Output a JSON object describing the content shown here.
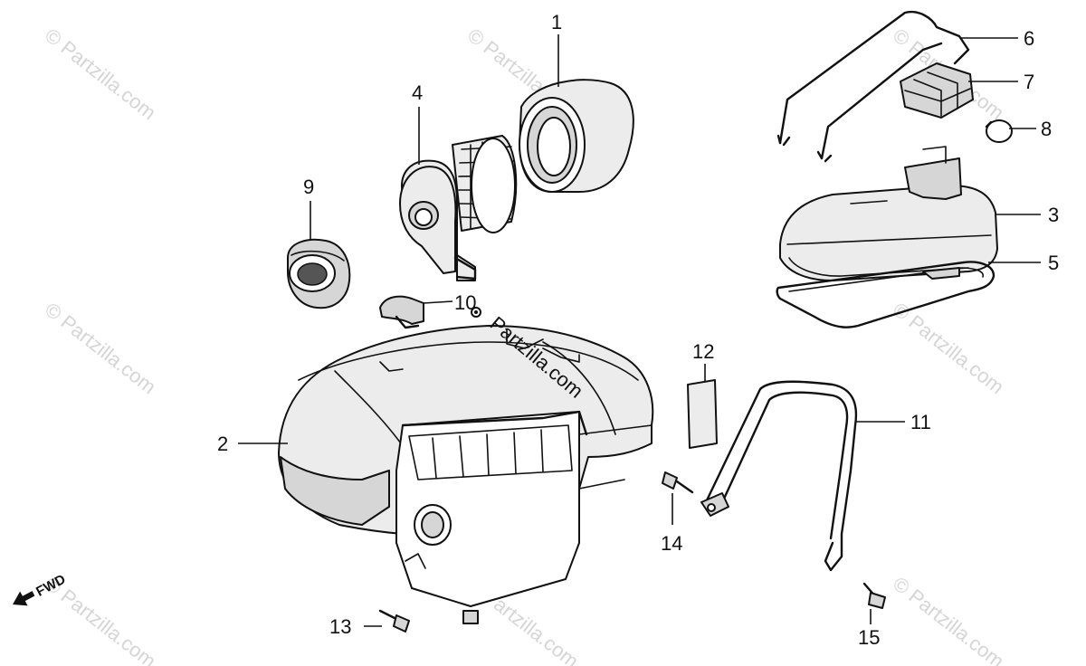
{
  "diagram": {
    "callouts": [
      "1",
      "2",
      "3",
      "4",
      "5",
      "6",
      "7",
      "8",
      "9",
      "10",
      "11",
      "12",
      "13",
      "14",
      "15"
    ],
    "direction_label": "FWD",
    "watermark": "© Partzilla.com",
    "center_watermark": "Partzilla.com",
    "colors": {
      "line": "#111111",
      "shade": "#d6d6d6",
      "watermark": "#c8c8c8",
      "background": "#ffffff"
    }
  }
}
